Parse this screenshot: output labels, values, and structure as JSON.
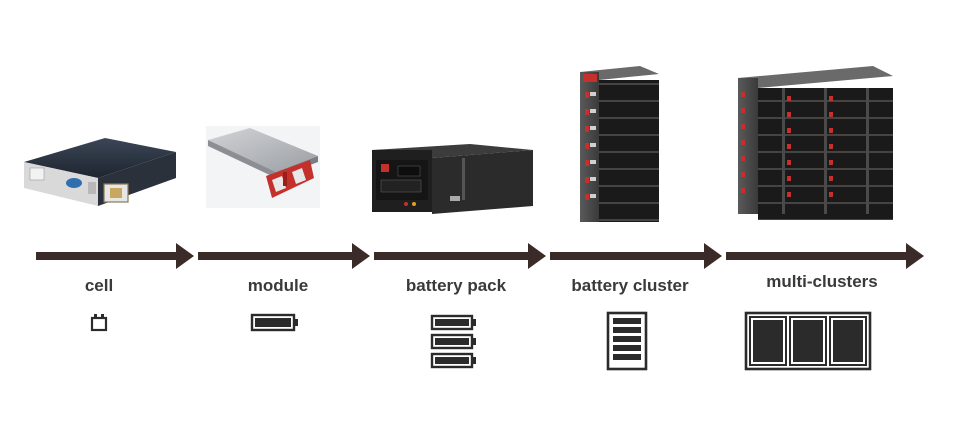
{
  "stages": [
    {
      "label": "cell",
      "icon": "battery-cell-icon"
    },
    {
      "label": "module",
      "icon": "battery-module-icon"
    },
    {
      "label": "battery pack",
      "icon": "battery-pack-icon"
    },
    {
      "label": "battery cluster",
      "icon": "battery-cluster-icon"
    },
    {
      "label": "multi-clusters",
      "icon": "multi-clusters-icon"
    }
  ],
  "colors": {
    "arrow": "#3a2a28",
    "icon": "#2b2b2b",
    "text": "#3a3a3a",
    "terminal_red": "#c4302b"
  }
}
